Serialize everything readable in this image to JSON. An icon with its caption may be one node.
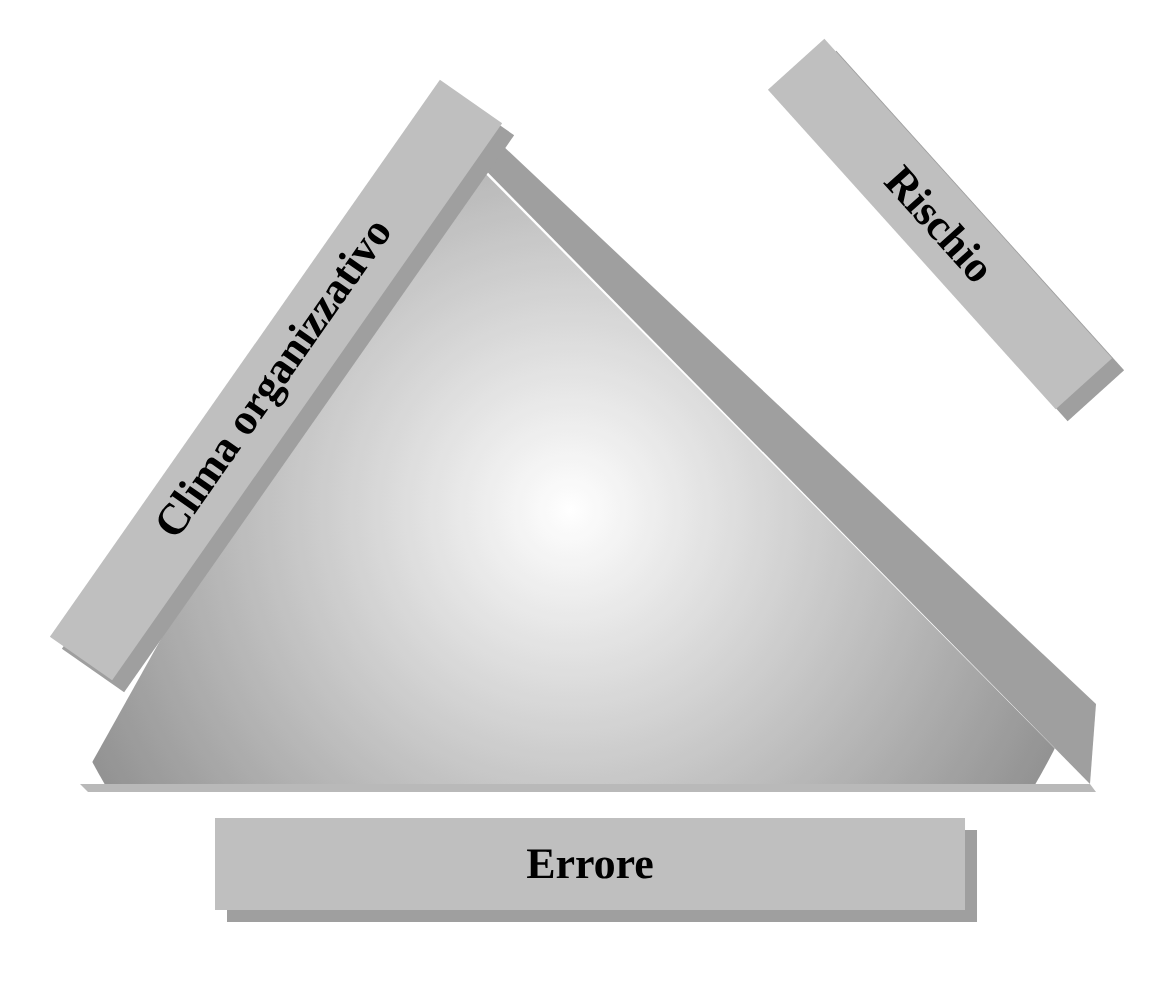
{
  "diagram": {
    "nodes": [
      {
        "text": [
          "Clima organizzativo"
        ]
      },
      {
        "text": [
          "Rischio"
        ]
      },
      {
        "text": [
          "Errore"
        ]
      }
    ]
  }
}
